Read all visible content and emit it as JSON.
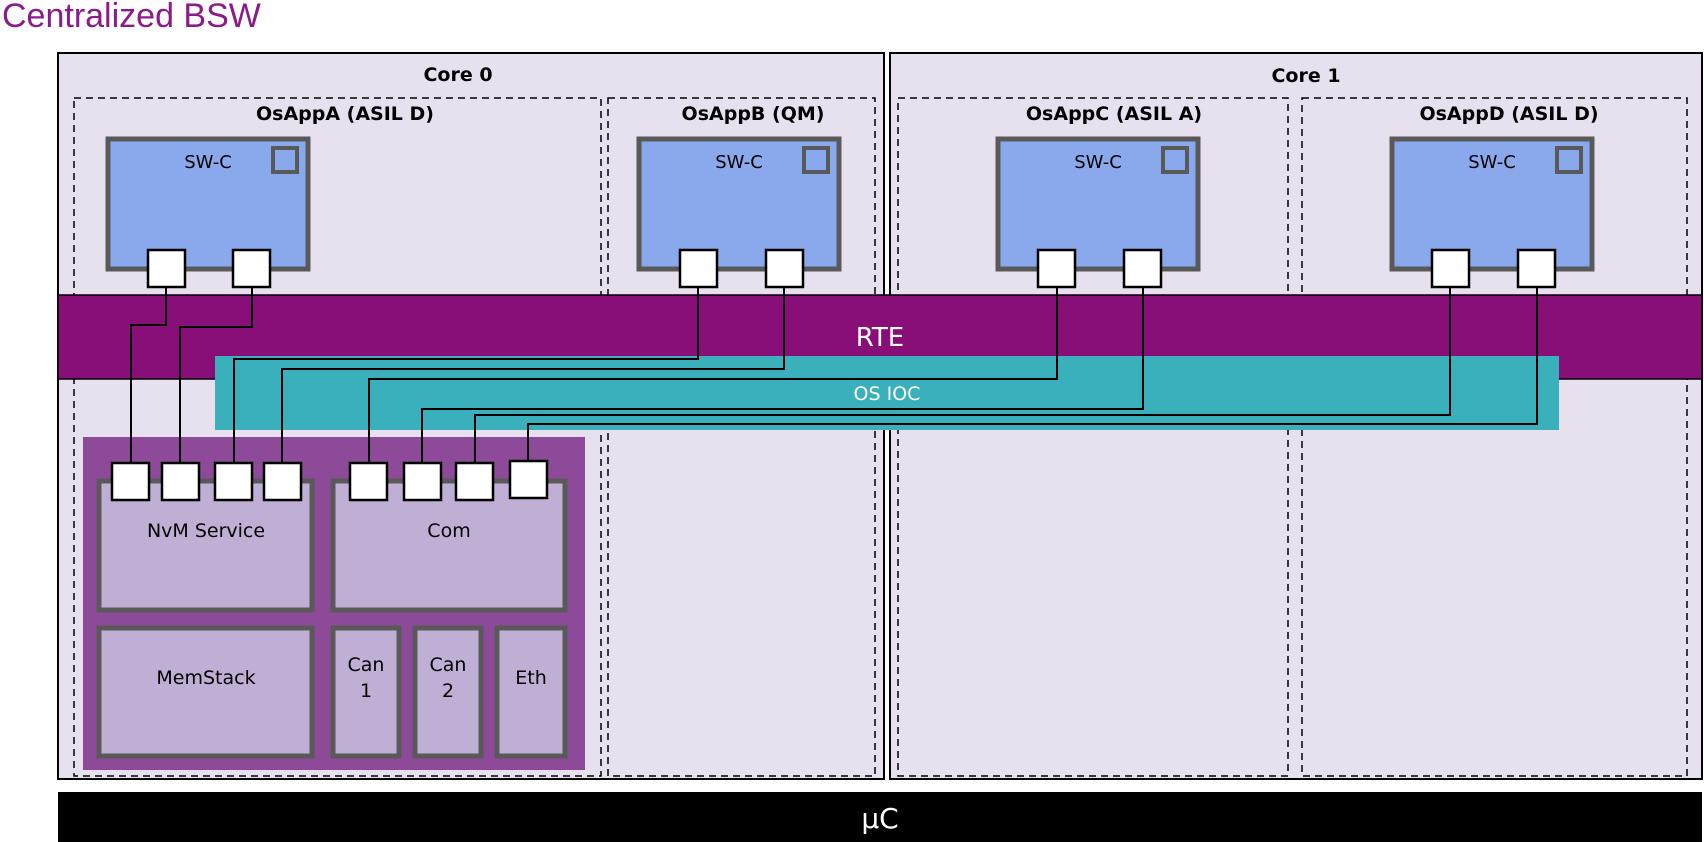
{
  "title": "Centralized BSW",
  "colors": {
    "title": "#8b1a8b",
    "core_bg": "#e7e1ef",
    "rte": "#880e78",
    "ioc": "#39b0bc",
    "swc_fill": "#8aa9ec",
    "bsw_container": "#8d4a98",
    "bsw_module": "#bfafd5",
    "uc_bar": "#000000"
  },
  "cores": [
    {
      "label": "Core 0"
    },
    {
      "label": "Core 1"
    }
  ],
  "os_applications": [
    {
      "label": "OsAppA (ASIL D)",
      "swc_label": "SW-C"
    },
    {
      "label": "OsAppB (QM)",
      "swc_label": "SW-C"
    },
    {
      "label": "OsAppC (ASIL A)",
      "swc_label": "SW-C"
    },
    {
      "label": "OsAppD (ASIL D)",
      "swc_label": "SW-C"
    }
  ],
  "rte_label": "RTE",
  "ioc_label": "OS IOC",
  "bsw_modules": [
    {
      "label": "NvM Service"
    },
    {
      "label": "Com"
    },
    {
      "label": "MemStack"
    },
    {
      "label": "Can\n1"
    },
    {
      "label": "Can\n2"
    },
    {
      "label": "Eth"
    }
  ],
  "microcontroller_label": "µC"
}
